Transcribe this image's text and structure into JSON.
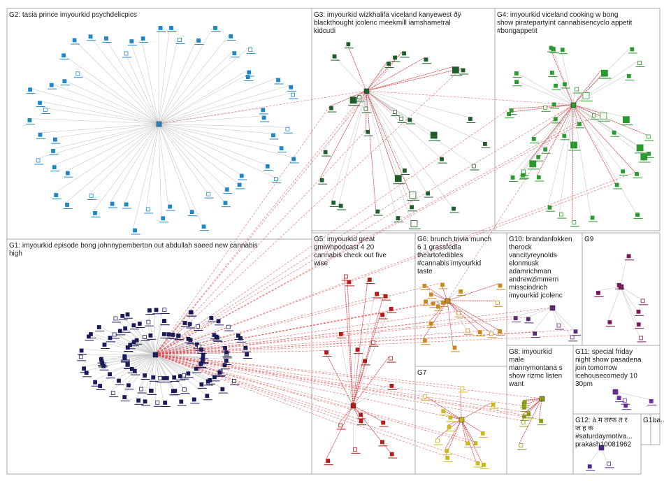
{
  "groups": [
    {
      "id": "G1",
      "lines": [
        "G1: imyourkid episode bong johnnypemberton out abdullah saeed new cannabis",
        "high"
      ],
      "color": "#1b1b5a"
    },
    {
      "id": "G2",
      "lines": [
        "G2: tasia prince imyourkid psychdelicpics"
      ],
      "color": "#1f86c8"
    },
    {
      "id": "G3",
      "lines": [
        "G3: imyourkid wizkhalifa viceland kanyewest ðÿ",
        "blackthought jcolenc meekmill iamshametral",
        "kidcudi"
      ],
      "color": "#1d5e2a"
    },
    {
      "id": "G4",
      "lines": [
        "G4: imyourkid viceland cooking w bong",
        "show piratepartyint cannabisencyclo appetit",
        "#bongappetit"
      ],
      "color": "#2a9a30"
    },
    {
      "id": "G5",
      "lines": [
        "G5: imyourkid great",
        "gmiwhpodcast 4 20",
        "cannabis check out five",
        "wise"
      ],
      "color": "#b41a1a"
    },
    {
      "id": "G6",
      "lines": [
        "G6: brunch trivia munch",
        "6 1 grassfedla",
        "theartofedibles",
        "#cannabis imyourkid",
        "taste"
      ],
      "color": "#c98a1c"
    },
    {
      "id": "G7",
      "lines": [
        "G7"
      ],
      "color": "#c8b81c"
    },
    {
      "id": "G8",
      "lines": [
        "G8: imyourkid",
        "male",
        "mannymontana s",
        "show rizmc listen",
        "want"
      ],
      "color": "#8a9a1a"
    },
    {
      "id": "G9",
      "lines": [
        "G9"
      ],
      "color": "#7a1a5a"
    },
    {
      "id": "G10",
      "lines": [
        "G10: brandanfokken",
        "therock",
        "vancityreynolds",
        "elonmusk",
        "adamrichman",
        "andrewzimmern",
        "misscindrich",
        "imyourkid jcolenc"
      ],
      "color": "#5a2a7a"
    },
    {
      "id": "G11",
      "lines": [
        "G11: special friday",
        "night show pasadena",
        "join tomorrow",
        "icehousecomedy 10",
        "30pm"
      ],
      "color": "#6a2aa0"
    },
    {
      "id": "G12",
      "lines": [
        "G12: à म तरफ त र",
        "ज ह क",
        "#saturdaymotiva...",
        "prakash10081962"
      ],
      "color": "#4a2a8a"
    },
    {
      "id": "G13",
      "lines": [
        "G1..."
      ],
      "color": "#3a3a8a"
    },
    {
      "id": "G14",
      "lines": [
        "ba..."
      ],
      "color": "#3a3a3a"
    }
  ],
  "colors": {
    "edge_gray": "#c8c8c8",
    "edge_red": "#e8454a",
    "panel_border": "#a9a9a9"
  }
}
